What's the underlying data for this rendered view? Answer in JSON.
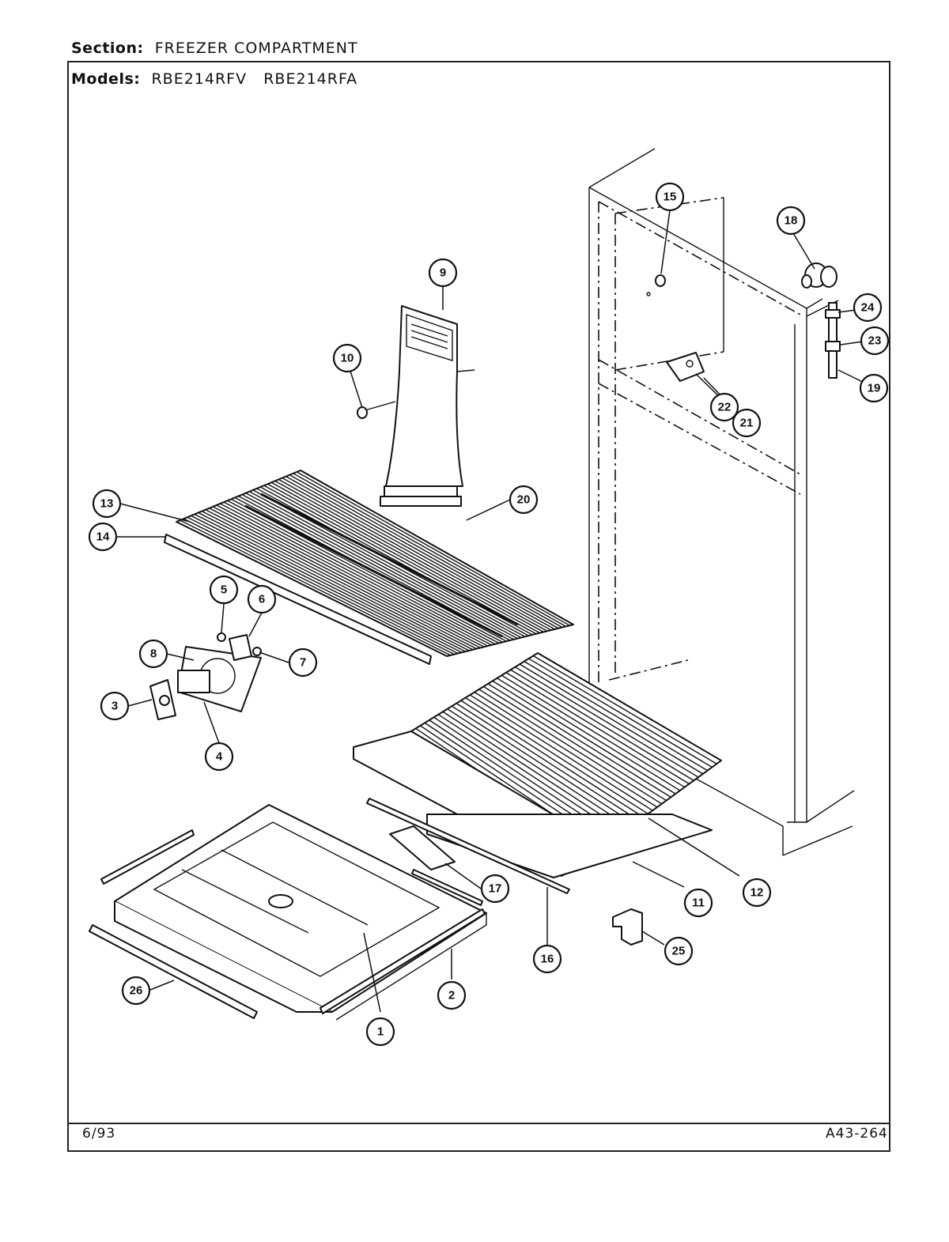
{
  "header": {
    "section_label": "Section:",
    "section_value": "FREEZER COMPARTMENT",
    "models_label": "Models:",
    "model_1": "RBE214RFV",
    "model_2": "RBE214RFA"
  },
  "footer": {
    "date": "6/93",
    "diagram_id": "A43-264"
  },
  "callouts": [
    "1",
    "2",
    "3",
    "4",
    "5",
    "6",
    "7",
    "8",
    "9",
    "10",
    "11",
    "12",
    "13",
    "14",
    "15",
    "16",
    "17",
    "18",
    "19",
    "20",
    "21",
    "22",
    "23",
    "24",
    "25",
    "26"
  ]
}
